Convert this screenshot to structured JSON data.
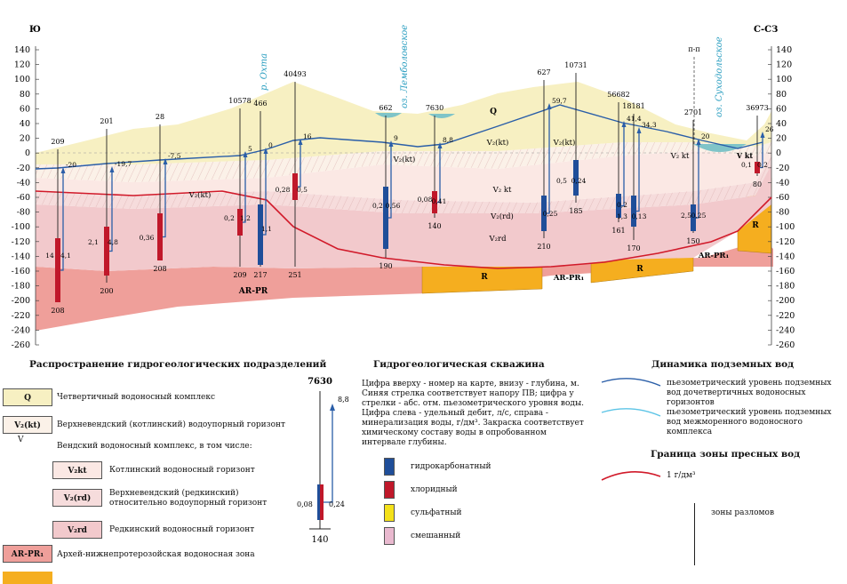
{
  "header": {
    "left_dir": "Ю",
    "right_dir": "С-СЗ"
  },
  "axis_ticks": [
    "140",
    "120",
    "100",
    "80",
    "60",
    "40",
    "20",
    "0",
    "-20",
    "-40",
    "-60",
    "-80",
    "-100",
    "-120",
    "-140",
    "-160",
    "-180",
    "-200",
    "-220",
    "-240",
    "-260"
  ],
  "place_names": {
    "okhta": "р. Охта",
    "lembolovskoe": "оз. Лемболовское",
    "sukhodolskoe": "оз. Суходольское"
  },
  "fault_label": "п-п",
  "wells": [
    "209",
    "201",
    "28",
    "10578",
    "466",
    "40493",
    "662",
    "7630",
    "627",
    "10731",
    "56682",
    "18181",
    "2701",
    "36973"
  ],
  "depths": [
    "208",
    "200",
    "208",
    "209",
    "217",
    "251",
    "190",
    "140",
    "210",
    "185",
    "161",
    "170",
    "150",
    "80"
  ],
  "levels": [
    "-20",
    "-19,7",
    "-7,5",
    "5",
    "0",
    "16",
    "9",
    "8,8",
    "59,7",
    "41,4",
    "34,3",
    "20",
    "26"
  ],
  "rates": [
    "14",
    "4,1",
    "2,1",
    "4,8",
    "0,36",
    "0,2",
    "1,2",
    "1,1",
    "0,28",
    "0,5",
    "0,2",
    "0,56",
    "0,08",
    "0,41",
    "0,25",
    "0,5",
    "0,24",
    "0,2",
    "1,3",
    "0,13",
    "2,5",
    "0,25",
    "0,1",
    "0,2"
  ],
  "unit_labels": {
    "Q": "Q",
    "V2kt": "V₂(kt)",
    "V2kt_b": "V₂ kt",
    "V2rd": "V₂(rd)",
    "V2rd_b": "V₂rd",
    "V_kt": "V₂(kt)",
    "ARPR": "AR-PR",
    "ARPR1": "AR-PR₁",
    "R": "R",
    "Vkt_small": "V kt",
    "two": "₂"
  },
  "legend": {
    "units_title": "Распространение гидрогеологических подразделений",
    "units": [
      {
        "code": "Q",
        "text": "Четвертичный водоносный комплекс"
      },
      {
        "code": "V₂(kt)",
        "text": "Верхневендский (котлинский) водоупорный горизонт"
      },
      {
        "code": "V",
        "text": "Вендский водоносный комплекс, в том числе:"
      },
      {
        "code": "V₂kt",
        "text": "Котлинский водоносный горизонт"
      },
      {
        "code": "V₂(rd)",
        "text": "Верхневендский (редкинский) относительно водоупорный горизонт"
      },
      {
        "code": "V₂rd",
        "text": "Редкинский водоносный горизонт"
      },
      {
        "code": "AR-PR₁",
        "text": "Архей-нижнепротерозойская водоносная зона"
      }
    ],
    "well_title": "Гидрогеологическая скважина",
    "well_example": {
      "num": "7630",
      "level": "8,8",
      "left": "0,08",
      "right": "0,24",
      "depth": "140"
    },
    "well_text": "Цифра вверху - номер на карте, внизу - глубина, м. Синяя стрелка соответствует напору ПВ; цифра у стрелки - абс. отм. пьезометрического уровня воды. Цифра слева - удельный дебит, л/с, справа - минерализация воды, г/дм³. Закраска соответствует химическому составу воды в опробованном интервале глубины.",
    "chem": [
      {
        "text": "гидрокарбонатный",
        "color": "#1f4e99"
      },
      {
        "text": "хлоридный",
        "color": "#c0182a"
      },
      {
        "text": "сульфатный",
        "color": "#f4e11a"
      },
      {
        "text": "смешанный",
        "color": "#e9b9cf"
      }
    ],
    "dynamics_title": "Динамика подземных вод",
    "dyn": [
      {
        "text": "пьезометрический уровень подземных вод дочетвертичных водоносных горизонтов",
        "color": "#2a5ea8"
      },
      {
        "text": "пьезометрический уровень подземных вод межморенного водоносного комплекса",
        "color": "#5cc4e6"
      }
    ],
    "fresh_title": "Граница зоны пресных вод",
    "fresh_text": "1 г/дм³",
    "faults_text": "зоны разломов"
  }
}
